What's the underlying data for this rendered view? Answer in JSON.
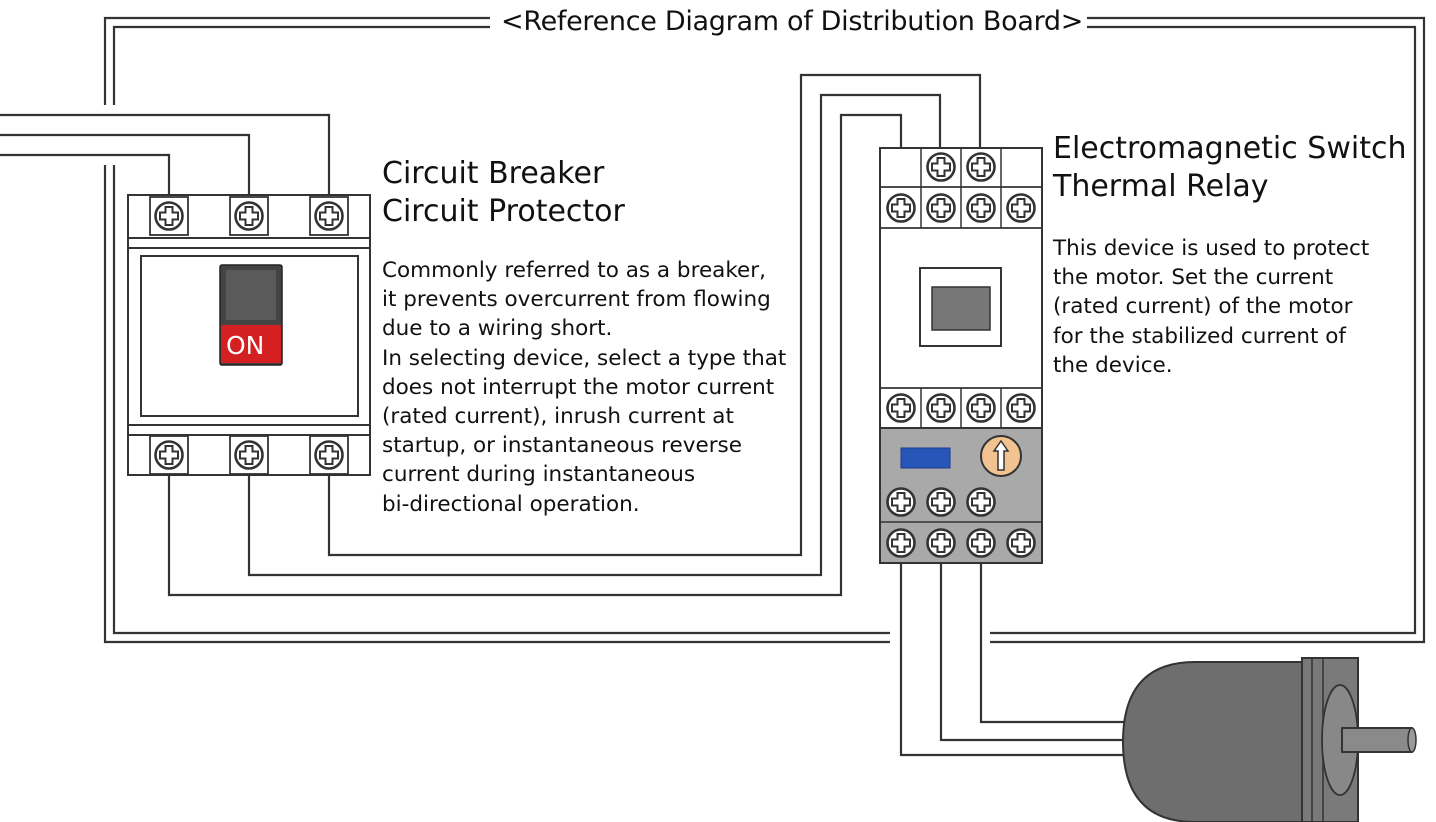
{
  "title": "<Reference Diagram of Distribution Board>",
  "breaker": {
    "heading_1": "Circuit Breaker",
    "heading_2": "Circuit Protector",
    "switch_label": "ON",
    "description": "Commonly referred to as a breaker,\nit prevents overcurrent from flowing\ndue to a wiring short.\nIn selecting device, select a type that\ndoes not interrupt the motor current\n(rated current), inrush current at\nstartup, or instantaneous reverse\ncurrent during instantaneous\nbi-directional operation."
  },
  "switch": {
    "heading_1": "Electromagnetic Switch",
    "heading_2": "Thermal Relay",
    "description": "This device is used to protect\nthe motor. Set the current\n(rated current) of the motor\nfor the stabilized current of\nthe device."
  },
  "colors": {
    "on_switch": "#d42020",
    "relay_panel": "#a9a9a9",
    "relay_indicator": "#2855b8",
    "relay_dial": "#f2c390",
    "motor_body": "#6e6e6e"
  }
}
